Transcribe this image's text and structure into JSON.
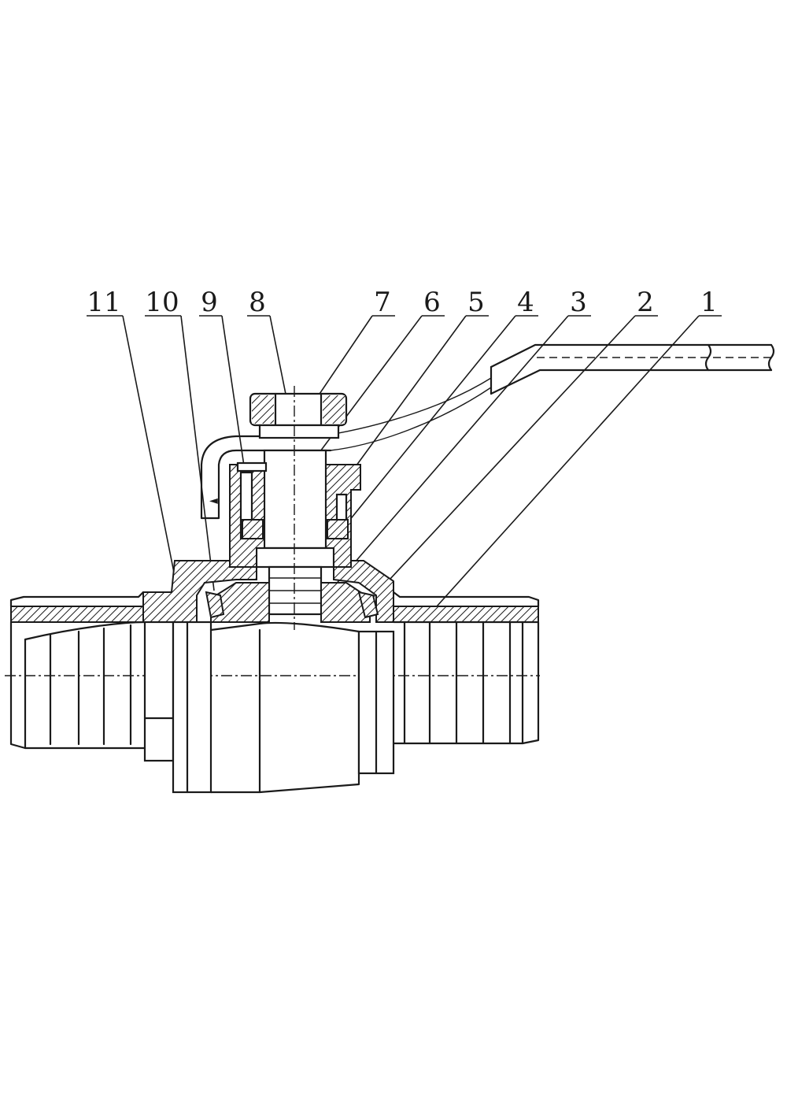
{
  "diagram": {
    "part_numbers": [
      "11",
      "10",
      "9",
      "8",
      "7",
      "6",
      "5",
      "4",
      "3",
      "2",
      "1"
    ]
  }
}
